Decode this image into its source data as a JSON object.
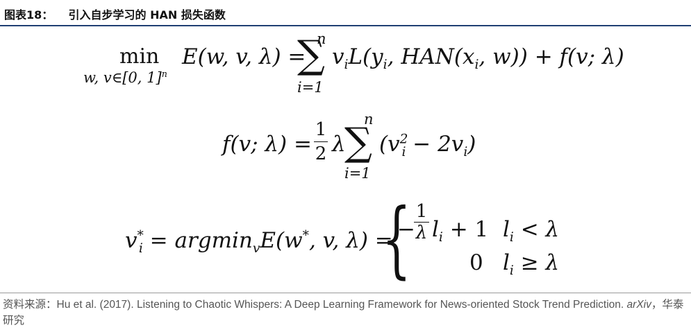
{
  "figure": {
    "title": "图表18：    引入自步学习的 HAN 损失函数"
  },
  "equations": {
    "eq1": {
      "min": "min",
      "min_sub": "w, v∈[0, 1]",
      "min_sub_sup": "n",
      "lhs": "E(w, v, λ) =",
      "sum_upper": "n",
      "sum_lower": "i=1",
      "rhs_v": "v",
      "rhs_i": "i",
      "rhs_L": "L(y",
      "rhs_i2": "i",
      "rhs_han": ", HAN(x",
      "rhs_i3": "i",
      "rhs_tail": ", w)) + f(v; λ)"
    },
    "eq2": {
      "lhs": "f(v; λ) =",
      "frac_num": "1",
      "frac_den": "2",
      "lam": "λ",
      "sum_upper": "n",
      "sum_lower": "i=1",
      "rhs_open": "(v",
      "rhs_sup": "2",
      "rhs_sub": "i",
      "rhs_mid": " − 2v",
      "rhs_sub2": "i",
      "rhs_close": ")"
    },
    "eq3": {
      "lhs_v": "v",
      "lhs_sup": "*",
      "lhs_sub": "i",
      "lhs_mid": " = argmin",
      "lhs_sub_v": "v",
      "lhs_E": "E(w",
      "lhs_sup2": "*",
      "lhs_tail": ", v, λ) =",
      "case1_minus": "−",
      "case1_frac_num": "1",
      "case1_frac_den": "λ",
      "case1_l": "l",
      "case1_sub": "i",
      "case1_plus": " + 1",
      "case1_cond_l": "l",
      "case1_cond_sub": "i",
      "case1_cond_op": " < λ",
      "case2_value": "0",
      "case2_cond_l": "l",
      "case2_cond_sub": "i",
      "case2_cond_op": " ≥ λ"
    }
  },
  "footer": {
    "source_prefix": "资料来源：Hu et al. (2017). Listening to Chaotic Whispers: A Deep Learning Framework for News-oriented Stock Trend Prediction. ",
    "source_journal": "arXiv",
    "source_suffix": "，华泰研究"
  }
}
